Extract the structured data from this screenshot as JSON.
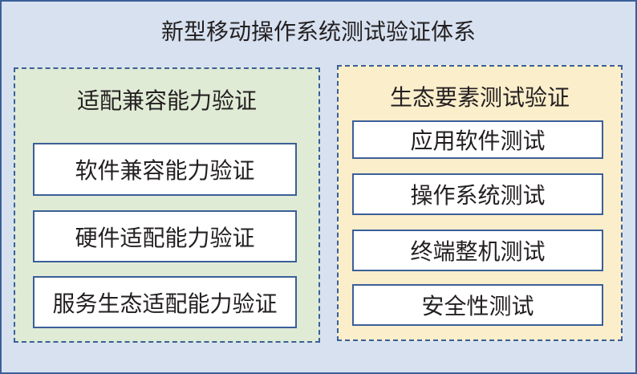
{
  "title": "新型移动操作系统测试验证体系",
  "left_panel": {
    "title": "适配兼容能力验证",
    "items": [
      "软件兼容能力验证",
      "硬件适配能力验证",
      "服务生态适配能力验证"
    ]
  },
  "right_panel": {
    "title": "生态要素测试验证",
    "items": [
      "应用软件测试",
      "操作系统测试",
      "终端整机测试",
      "安全性测试"
    ]
  },
  "colors": {
    "outer_bg": "#d7e1f0",
    "border": "#3b5f98",
    "left_bg": "#e0ebd5",
    "right_bg": "#fbeecb"
  }
}
